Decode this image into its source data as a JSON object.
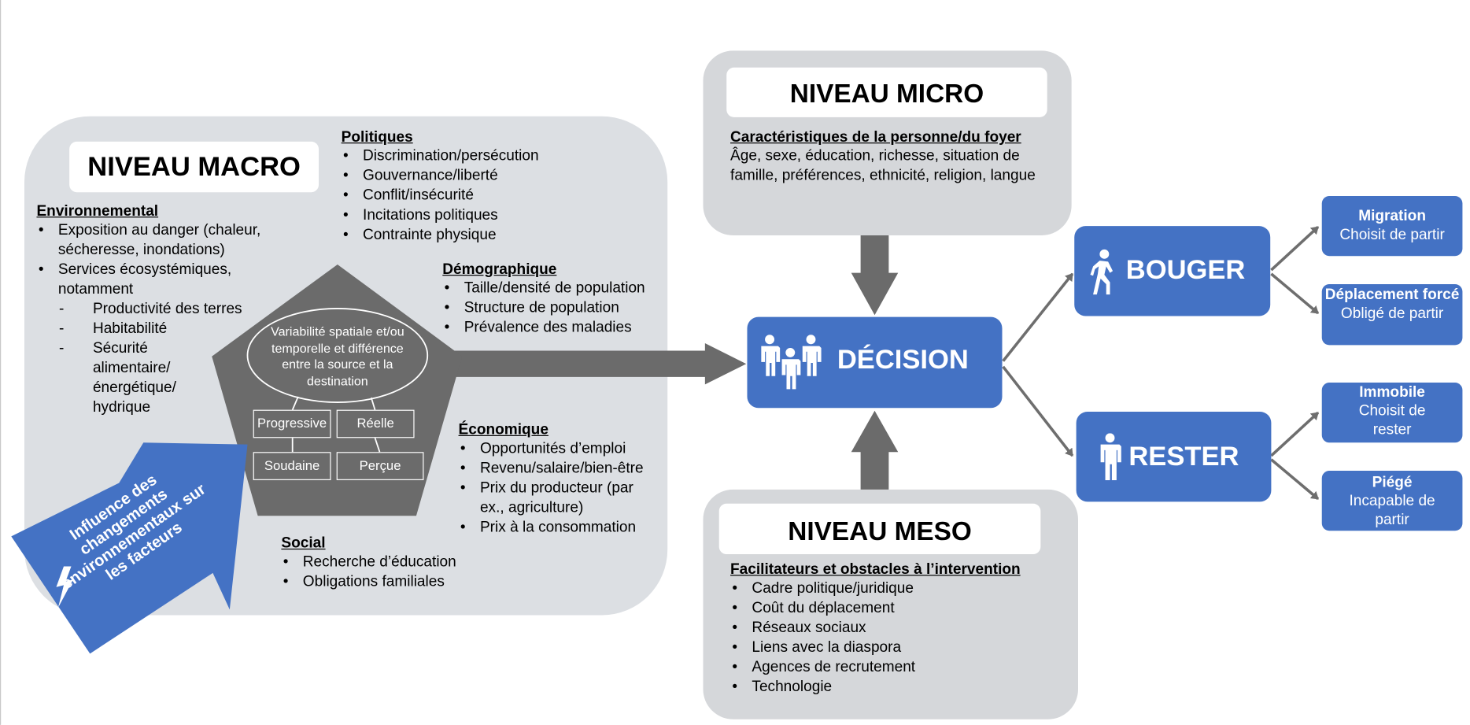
{
  "macro": {
    "title": "NIVEAU MACRO",
    "environmental": {
      "header": "Environnemental",
      "items": [
        "Exposition au danger (chaleur, sécheresse, inondations)",
        "Services écosystémiques, notamment"
      ],
      "subitems": [
        "Productivité des terres",
        "Habitabilité",
        "Sécurité alimentaire/ énergétique/ hydrique"
      ]
    },
    "political": {
      "header": "Politiques",
      "items": [
        "Discrimination/persécution",
        "Gouvernance/liberté",
        "Conflit/insécurité",
        "Incitations politiques",
        "Contrainte physique"
      ]
    },
    "demographic": {
      "header": "Démographique",
      "items": [
        "Taille/densité de population",
        "Structure de population",
        "Prévalence des maladies"
      ]
    },
    "economic": {
      "header": "Économique",
      "items": [
        "Opportunités d’emploi",
        "Revenu/salaire/bien-être",
        "Prix du producteur (par ex., agriculture)",
        "Prix à la consommation"
      ]
    },
    "social": {
      "header": "Social",
      "items": [
        "Recherche d’éducation",
        "Obligations familiales"
      ]
    },
    "pentagon": {
      "ellipse_text": "Variabilité spatiale et/ou temporelle et différence entre la source et la destination",
      "boxes": [
        "Progressive",
        "Réelle",
        "Soudaine",
        "Perçue"
      ]
    },
    "influence_arrow_text": "Influence des changements environnementaux sur les facteurs"
  },
  "micro": {
    "title": "NIVEAU MICRO",
    "header": "Caractéristiques de la personne/du foyer",
    "text": "Âge, sexe, éducation, richesse, situation de famille, préférences, ethnicité, religion, langue"
  },
  "meso": {
    "title": "NIVEAU MESO",
    "header": "Facilitateurs et obstacles à l’intervention",
    "items": [
      "Cadre politique/juridique",
      "Coût du déplacement",
      "Réseaux sociaux",
      "Liens avec la diaspora",
      "Agences de recrutement",
      "Technologie"
    ]
  },
  "decision": {
    "label": "DÉCISION",
    "icon": "people-group-icon"
  },
  "move": {
    "label": "BOUGER",
    "icon": "walking-person-icon"
  },
  "stay": {
    "label": "RESTER",
    "icon": "standing-person-icon"
  },
  "outcomes": [
    {
      "title": "Migration",
      "desc": "Choisit de partir"
    },
    {
      "title": "Déplacement forcé",
      "desc": "Obligé de partir"
    },
    {
      "title": "Immobile",
      "desc": "Choisit de rester"
    },
    {
      "title": "Piégé",
      "desc": "Incapable de partir"
    }
  ],
  "colors": {
    "blue": "#4472c4",
    "panel": "#dcdfe3",
    "arrow_dark": "#6b6b6b",
    "pentagon": "#6b6b6b"
  }
}
